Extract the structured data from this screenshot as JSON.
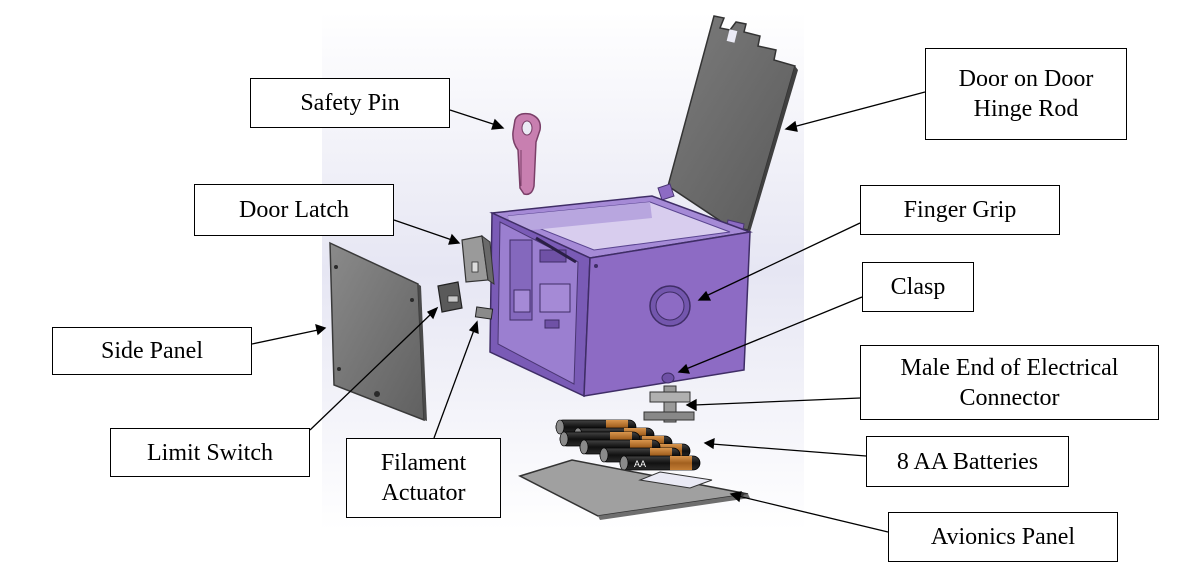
{
  "labels": {
    "safety_pin": "Safety Pin",
    "door_on_door_hinge_rod_line1": "Door on Door",
    "door_on_door_hinge_rod_line2": "Hinge Rod",
    "door_latch": "Door Latch",
    "finger_grip": "Finger Grip",
    "clasp": "Clasp",
    "side_panel": "Side Panel",
    "male_end_line1": "Male End of Electrical",
    "male_end_line2": "Connector",
    "limit_switch": "Limit Switch",
    "filament_actuator_line1": "Filament",
    "filament_actuator_line2": "Actuator",
    "batteries": "8 AA Batteries",
    "avionics_panel": "Avionics Panel"
  },
  "battery_label": "AA",
  "colors": {
    "housing": "#8d6bc4",
    "housing_dark": "#6f51a6",
    "housing_light": "#a58ad6",
    "panel": "#7c7c7c",
    "background": "#eaeaf5",
    "battery_body": "#1e1e1e",
    "battery_band": "#b8742e"
  }
}
